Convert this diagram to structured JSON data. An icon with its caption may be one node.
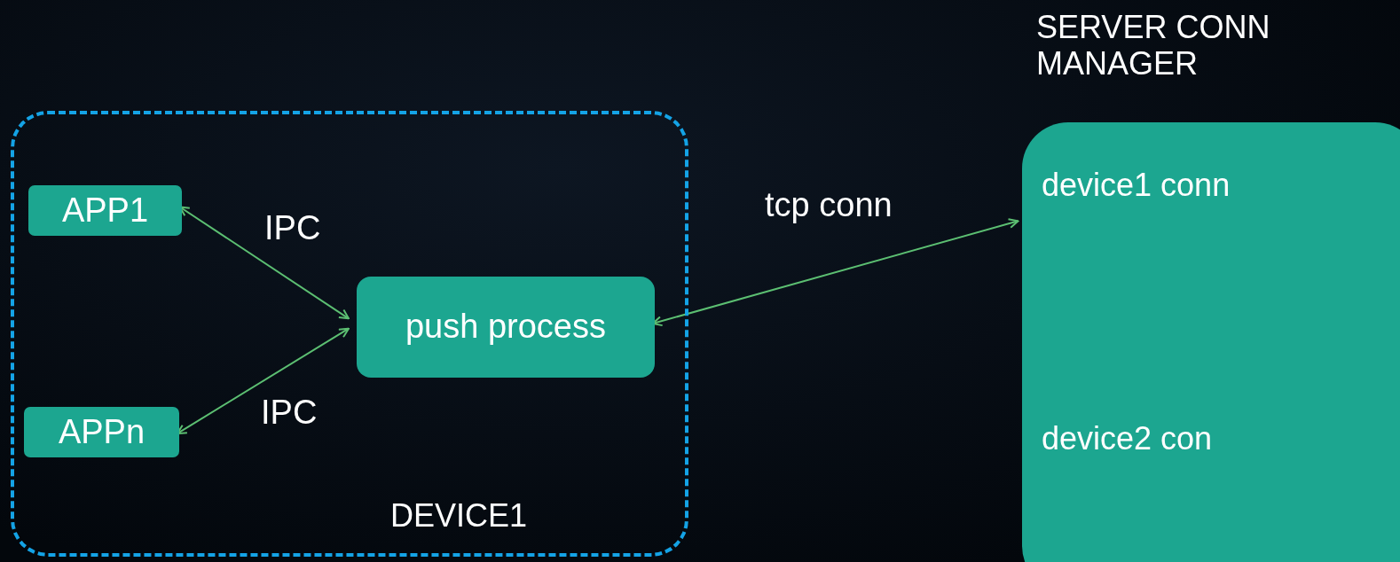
{
  "diagram": {
    "nodes": [
      {
        "text": [
          "DEVICE1"
        ]
      },
      {
        "text": [
          "APP1"
        ],
        "in": 0
      },
      {
        "text": [
          "APPn"
        ],
        "in": 0
      },
      {
        "text": [
          "push process"
        ],
        "in": 0
      },
      {
        "text": [
          "SERVER CONN MANAGER",
          "device1 conn",
          "device2 con"
        ]
      }
    ],
    "edges": [
      {
        "from": 3,
        "to": 1,
        "arrow": "both",
        "label": "IPC"
      },
      {
        "from": 3,
        "to": 2,
        "arrow": "both",
        "label": "IPC"
      },
      {
        "from": 3,
        "to": 4,
        "arrow": "both",
        "label": "tcp conn"
      }
    ]
  }
}
